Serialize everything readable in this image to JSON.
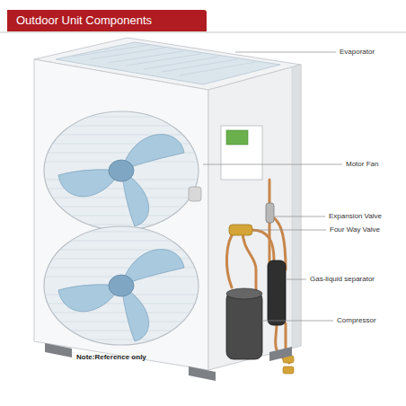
{
  "diagram": {
    "title": "Outdoor Unit Components",
    "labels": [
      "Evaporator",
      "Motor Fan",
      "Expansion Valve",
      "Four Way Valve",
      "Gas-liquid separator",
      "Compressor",
      "Note:Reference only"
    ]
  }
}
